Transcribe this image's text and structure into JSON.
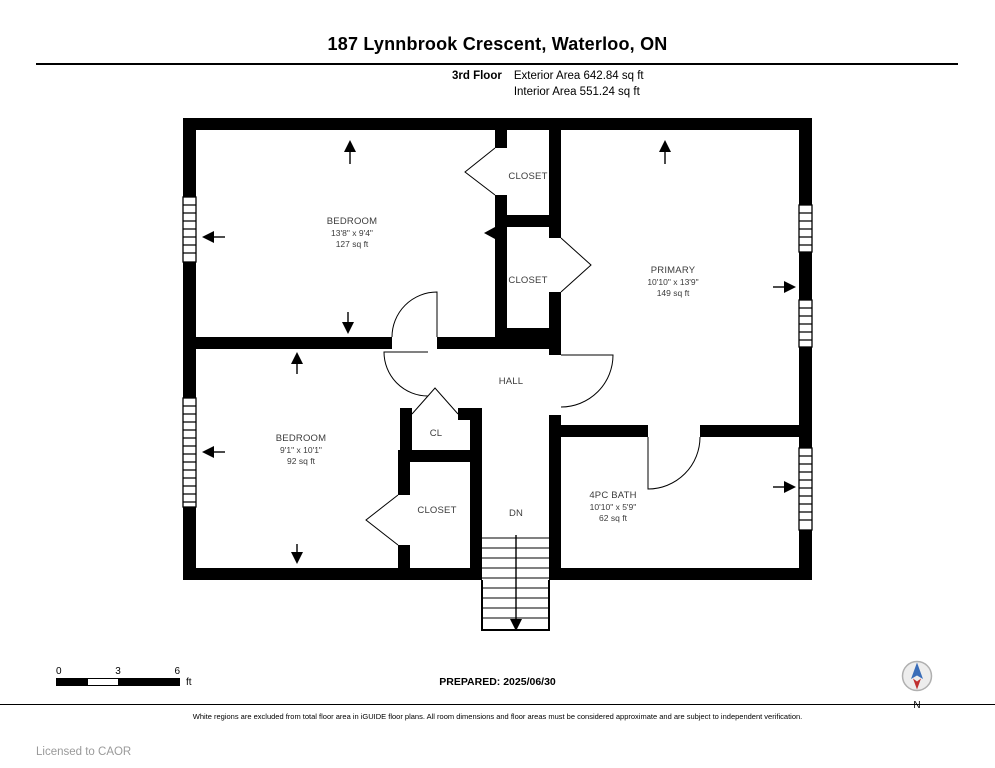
{
  "header": {
    "title": "187 Lynnbrook Crescent, Waterloo, ON",
    "floor_label": "3rd Floor",
    "exterior_area": "Exterior Area 642.84 sq ft",
    "interior_area": "Interior Area 551.24 sq ft"
  },
  "rooms": [
    {
      "id": "bedroom-top",
      "name": "BEDROOM",
      "dims": "13'8\" x 9'4\"",
      "area": "127 sq ft"
    },
    {
      "id": "closet-top",
      "name": "CLOSET"
    },
    {
      "id": "closet-middle",
      "name": "CLOSET"
    },
    {
      "id": "primary",
      "name": "PRIMARY",
      "dims": "10'10\" x 13'9\"",
      "area": "149 sq ft"
    },
    {
      "id": "hall",
      "name": "HALL"
    },
    {
      "id": "cl",
      "name": "CL"
    },
    {
      "id": "bedroom-bottom",
      "name": "BEDROOM",
      "dims": "9'1\" x 10'1\"",
      "area": "92 sq ft"
    },
    {
      "id": "closet-bottom",
      "name": "CLOSET"
    },
    {
      "id": "stairs-down",
      "name": "DN"
    },
    {
      "id": "bath",
      "name": "4PC BATH",
      "dims": "10'10\" x 5'9\"",
      "area": "62 sq ft"
    }
  ],
  "footer": {
    "scale": {
      "start": "0",
      "mid": "3",
      "end": "6",
      "unit": "ft"
    },
    "prepared": "PREPARED: 2025/06/30",
    "compass_label": "N",
    "disclaimer": "White regions are excluded from total floor area in iGUIDE floor plans. All room dimensions and floor areas must be considered approximate and are subject to independent verification.",
    "license": "Licensed to CAOR"
  },
  "colors": {
    "wall": "#000000",
    "compass_north": "#3a6db8",
    "compass_south": "#c03030"
  }
}
